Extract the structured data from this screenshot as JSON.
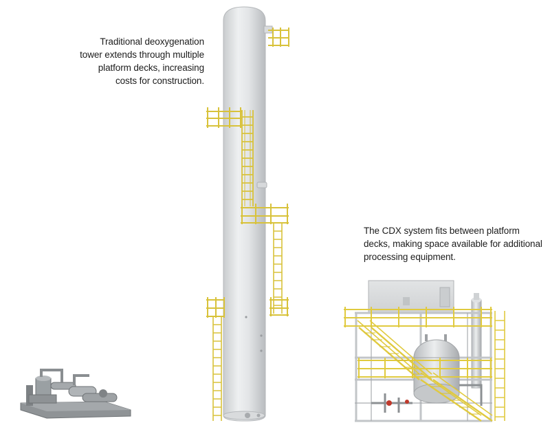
{
  "captions": {
    "tower": {
      "lines": [
        "Traditional deoxygenation",
        "tower extends through multiple",
        "platform decks, increasing",
        "costs for construction."
      ]
    },
    "cdx": {
      "lines": [
        "The CDX system fits between platform",
        "decks, making space available for additional",
        "processing equipment."
      ]
    }
  },
  "colors": {
    "tower_body": "#e4e6e8",
    "railing_yellow": "#e9d64a",
    "steel_frame": "#d9dbdd",
    "skid_base": "#8f9396"
  }
}
